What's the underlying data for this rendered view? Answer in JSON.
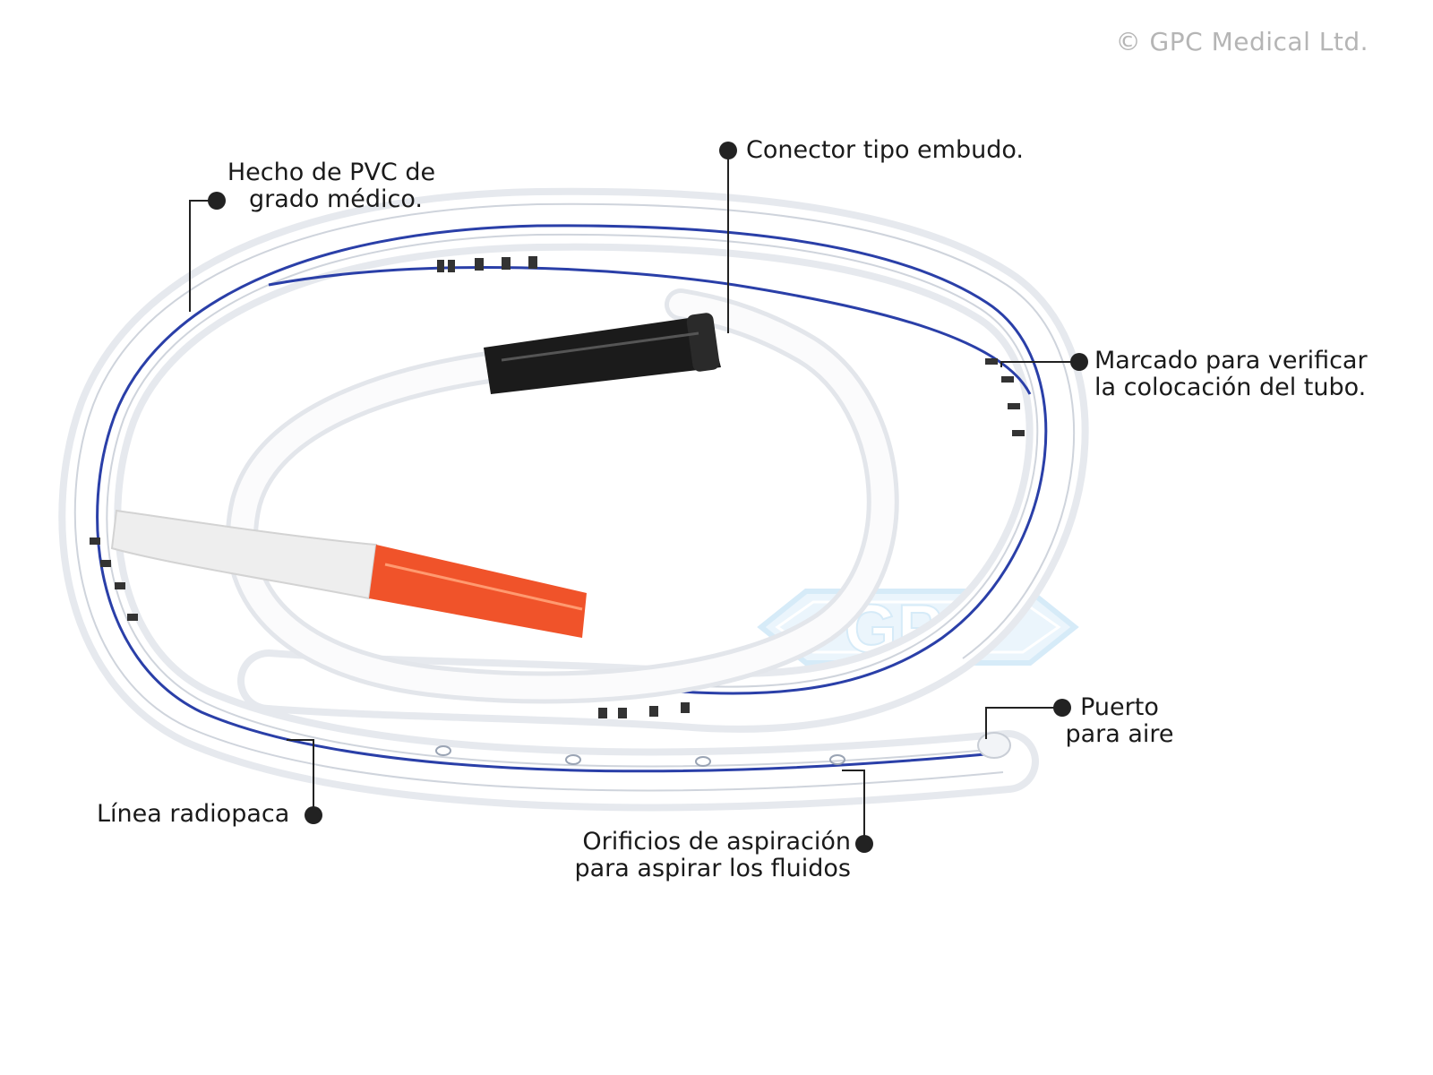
{
  "copyright": "© GPC Medical Ltd.",
  "watermark": "GPC",
  "labels": {
    "pvc": {
      "line1": "Hecho de PVC de",
      "line2": "grado médico."
    },
    "funnel": {
      "line1": "Conector tipo embudo."
    },
    "marking": {
      "line1": "Marcado para verificar",
      "line2": "la colocación del tubo."
    },
    "air_port": {
      "line1": "Puerto",
      "line2": "para aire"
    },
    "radiopaque": {
      "line1": "Línea radiopaca"
    },
    "suction_holes": {
      "line1": "Orificios de aspiración",
      "line2": "para aspirar los fluidos"
    }
  },
  "colors": {
    "tube_outline": "#c9ced6",
    "radiopaque_line": "#2a3fa8",
    "funnel_connector": "#1b1b1b",
    "air_port_connector": "#f0532a",
    "leader_line": "#222222",
    "watermark": "#cfe6f7"
  }
}
